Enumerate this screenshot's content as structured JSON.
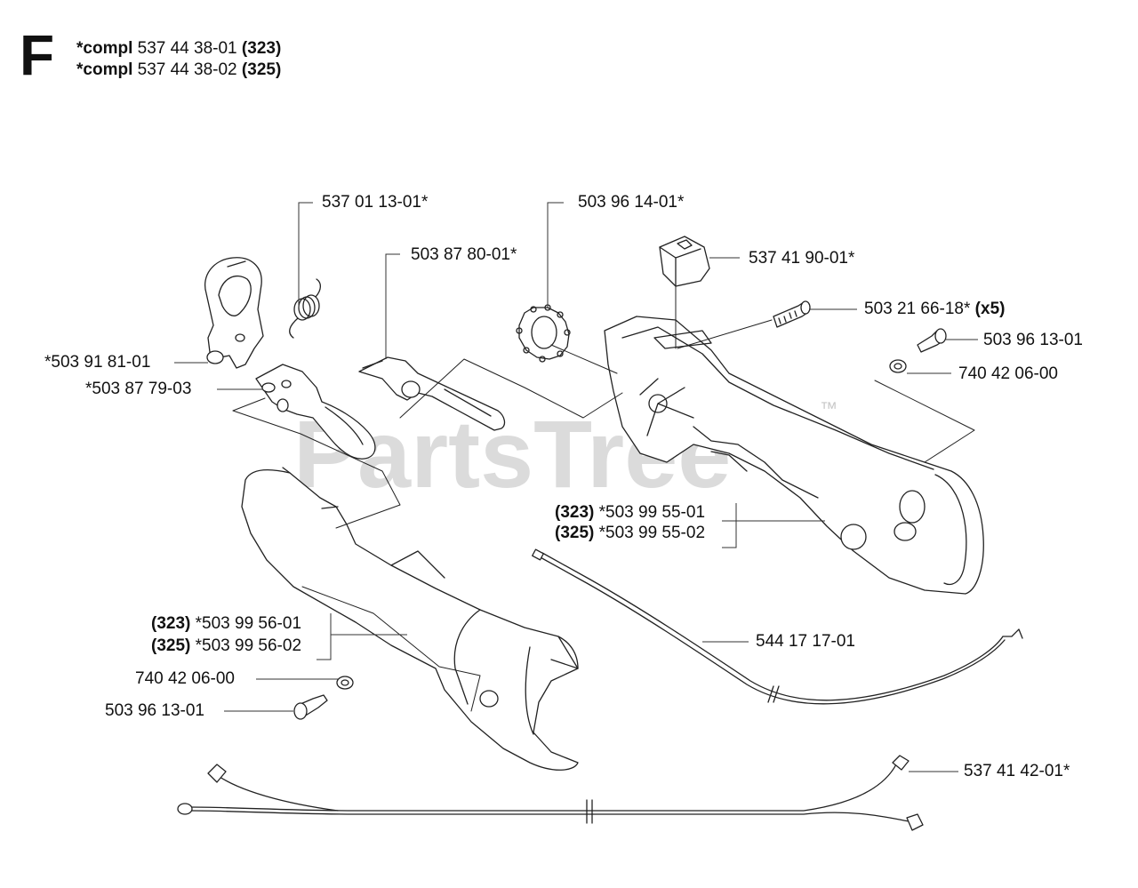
{
  "header": {
    "section_letter": "F",
    "lines": [
      {
        "prefix": "*compl",
        "part_no": "537 44 38-01",
        "model": "(323)"
      },
      {
        "prefix": "*compl",
        "part_no": "537 44 38-02",
        "model": "(325)"
      }
    ]
  },
  "watermark": {
    "text": "PartsTree",
    "trademark": "™",
    "color": "#d0d0d0"
  },
  "callouts": {
    "spring": "537 01 13-01*",
    "throttle_lever_pin": "503 87 80-01*",
    "nut_ring": "503 96 14-01*",
    "switch": "537 41 90-01*",
    "screw_x5": {
      "part_no": "503 21 66-18*",
      "qty": "(x5)"
    },
    "screw_right": "503 96 13-01",
    "washer_right": "740 42 06-00",
    "clamp": "*503 91 81-01",
    "throttle_trigger": "*503 87 79-03",
    "housing_right": [
      {
        "model": "(323)",
        "part_no": "*503 99 55-01"
      },
      {
        "model": "(325)",
        "part_no": "*503 99 55-02"
      }
    ],
    "handle_left": [
      {
        "model": "(323)",
        "part_no": "*503 99 56-01"
      },
      {
        "model": "(325)",
        "part_no": "*503 99 56-02"
      }
    ],
    "washer_left": "740 42 06-00",
    "screw_left": "503 96 13-01",
    "throttle_cable": "544 17 17-01",
    "wire_harness": "537 41 42-01*"
  }
}
